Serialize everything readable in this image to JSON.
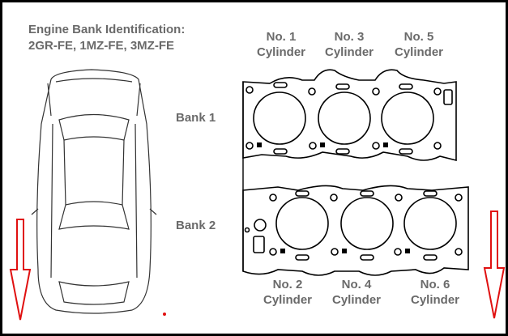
{
  "title": {
    "line1": "Engine Bank Identification:",
    "line2": "2GR-FE, 1MZ-FE, 3MZ-FE"
  },
  "banks": [
    {
      "label": "Bank 1"
    },
    {
      "label": "Bank 2"
    }
  ],
  "top_cylinders": [
    {
      "no": "No. 1",
      "word": "Cylinder"
    },
    {
      "no": "No. 3",
      "word": "Cylinder"
    },
    {
      "no": "No. 5",
      "word": "Cylinder"
    }
  ],
  "bottom_cylinders": [
    {
      "no": "No. 2",
      "word": "Cylinder"
    },
    {
      "no": "No. 4",
      "word": "Cylinder"
    },
    {
      "no": "No. 6",
      "word": "Cylinder"
    }
  ],
  "colors": {
    "text": "#6a6a6a",
    "arrow": "#e01010",
    "line": "#000000"
  }
}
